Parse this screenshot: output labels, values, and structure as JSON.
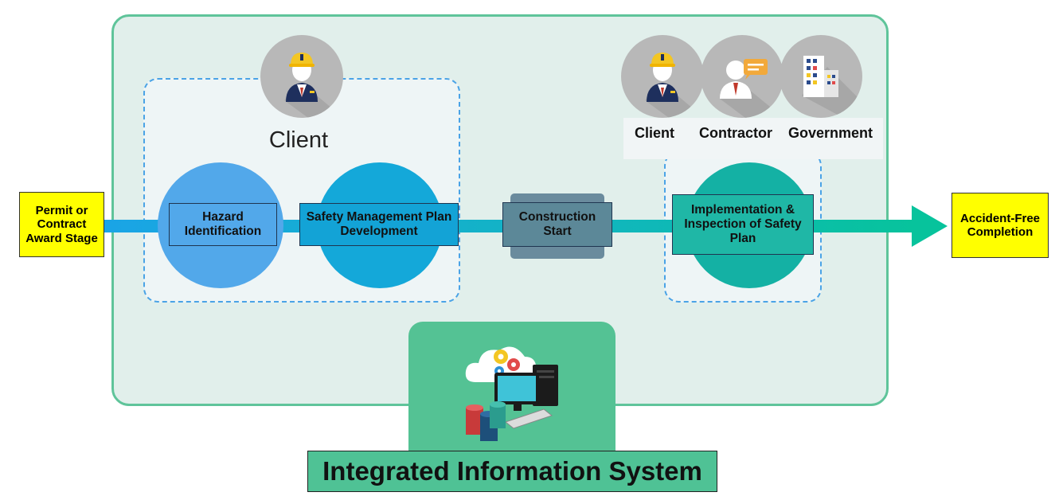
{
  "diagram": {
    "start_box": "Permit or Contract Award Stage",
    "end_box": "Accident-Free Completion",
    "client_heading": "Client",
    "stages": {
      "hazard": "Hazard Identification",
      "safety_plan": "Safety Management Plan Development",
      "construction": "Construction Start",
      "implementation": "Implementation & Inspection of Safety Plan"
    },
    "stakeholders": {
      "client": "Client",
      "contractor": "Contractor",
      "government": "Government"
    },
    "system_title": "Integrated Information System"
  },
  "icons": {
    "client_top": "construction-worker-icon",
    "client": "construction-worker-icon",
    "contractor": "businessman-speech-icon",
    "government": "government-building-icon",
    "system": "cloud-computer-database-icon"
  },
  "colors": {
    "panel": "#e1efeb",
    "panel_border": "#5fc49a",
    "arrow_start": "#1aa4e6",
    "arrow_end": "#07c39c",
    "highlight": "#ffff00",
    "system": "#54c294"
  }
}
